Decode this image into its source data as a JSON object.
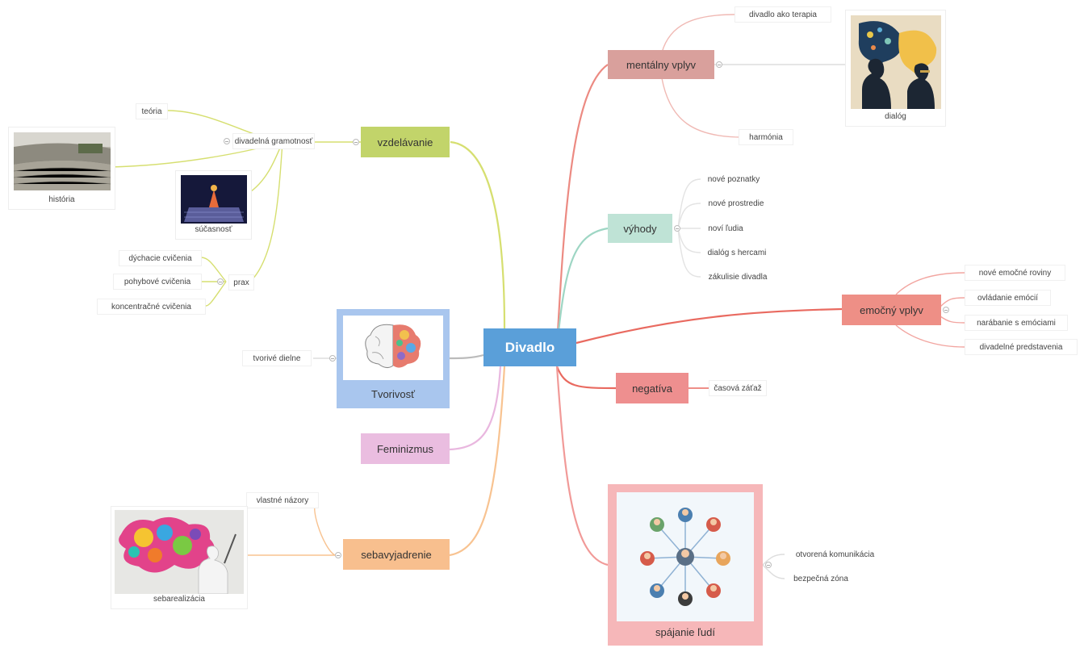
{
  "center": "Divadlo",
  "mentalny": {
    "label": "mentálny vplyv",
    "children": [
      "divadlo ako terapia",
      "harmónia"
    ],
    "image_caption": "dialóg"
  },
  "vzdelavanie": {
    "label": "vzdelávanie",
    "gramotnost": "divadelná gramotnosť",
    "teoria": "teória",
    "historia": "história",
    "sucasnost": "súčasnosť",
    "prax": "prax",
    "prax_children": [
      "dýchacie cvičenia",
      "pohybové cvičenia",
      "koncentračné cvičenia"
    ]
  },
  "vyhody": {
    "label": "výhody",
    "children": [
      "nové poznatky",
      "nové prostredie",
      "noví ľudia",
      "dialóg s hercami",
      "zákulisie divadla"
    ]
  },
  "emocny": {
    "label": "emočný vplyv",
    "children": [
      "nové emočné roviny",
      "ovládanie emócií",
      "narábanie s emóciami",
      "divadelné predstavenia"
    ]
  },
  "tvorivost": {
    "label": "Tvorivosť",
    "child": "tvorivé dielne"
  },
  "negativa": {
    "label": "negatíva",
    "child": "časová záťaž"
  },
  "feminizmus": {
    "label": "Feminizmus"
  },
  "sebavyjadrenie": {
    "label": "sebavyjadrenie",
    "child": "vlastné názory",
    "image_caption": "sebarealizácia"
  },
  "spajanie": {
    "label": "spájanie ľudí",
    "children": [
      "otvorená komunikácia",
      "bezpečná zóna"
    ]
  },
  "colors": {
    "center": "#5a9fd9",
    "mentalny": "#d9a09c",
    "vzdelavanie": "#c2d46a",
    "vyhody": "#bfe3d6",
    "emocny": "#ee8f86",
    "tvorivost": "#a9c6ee",
    "negativa": "#ee8f8f",
    "feminizmus": "#eabde0",
    "sebavyjadrenie": "#f8bf8e",
    "spajanie": "#f6b7b9"
  }
}
